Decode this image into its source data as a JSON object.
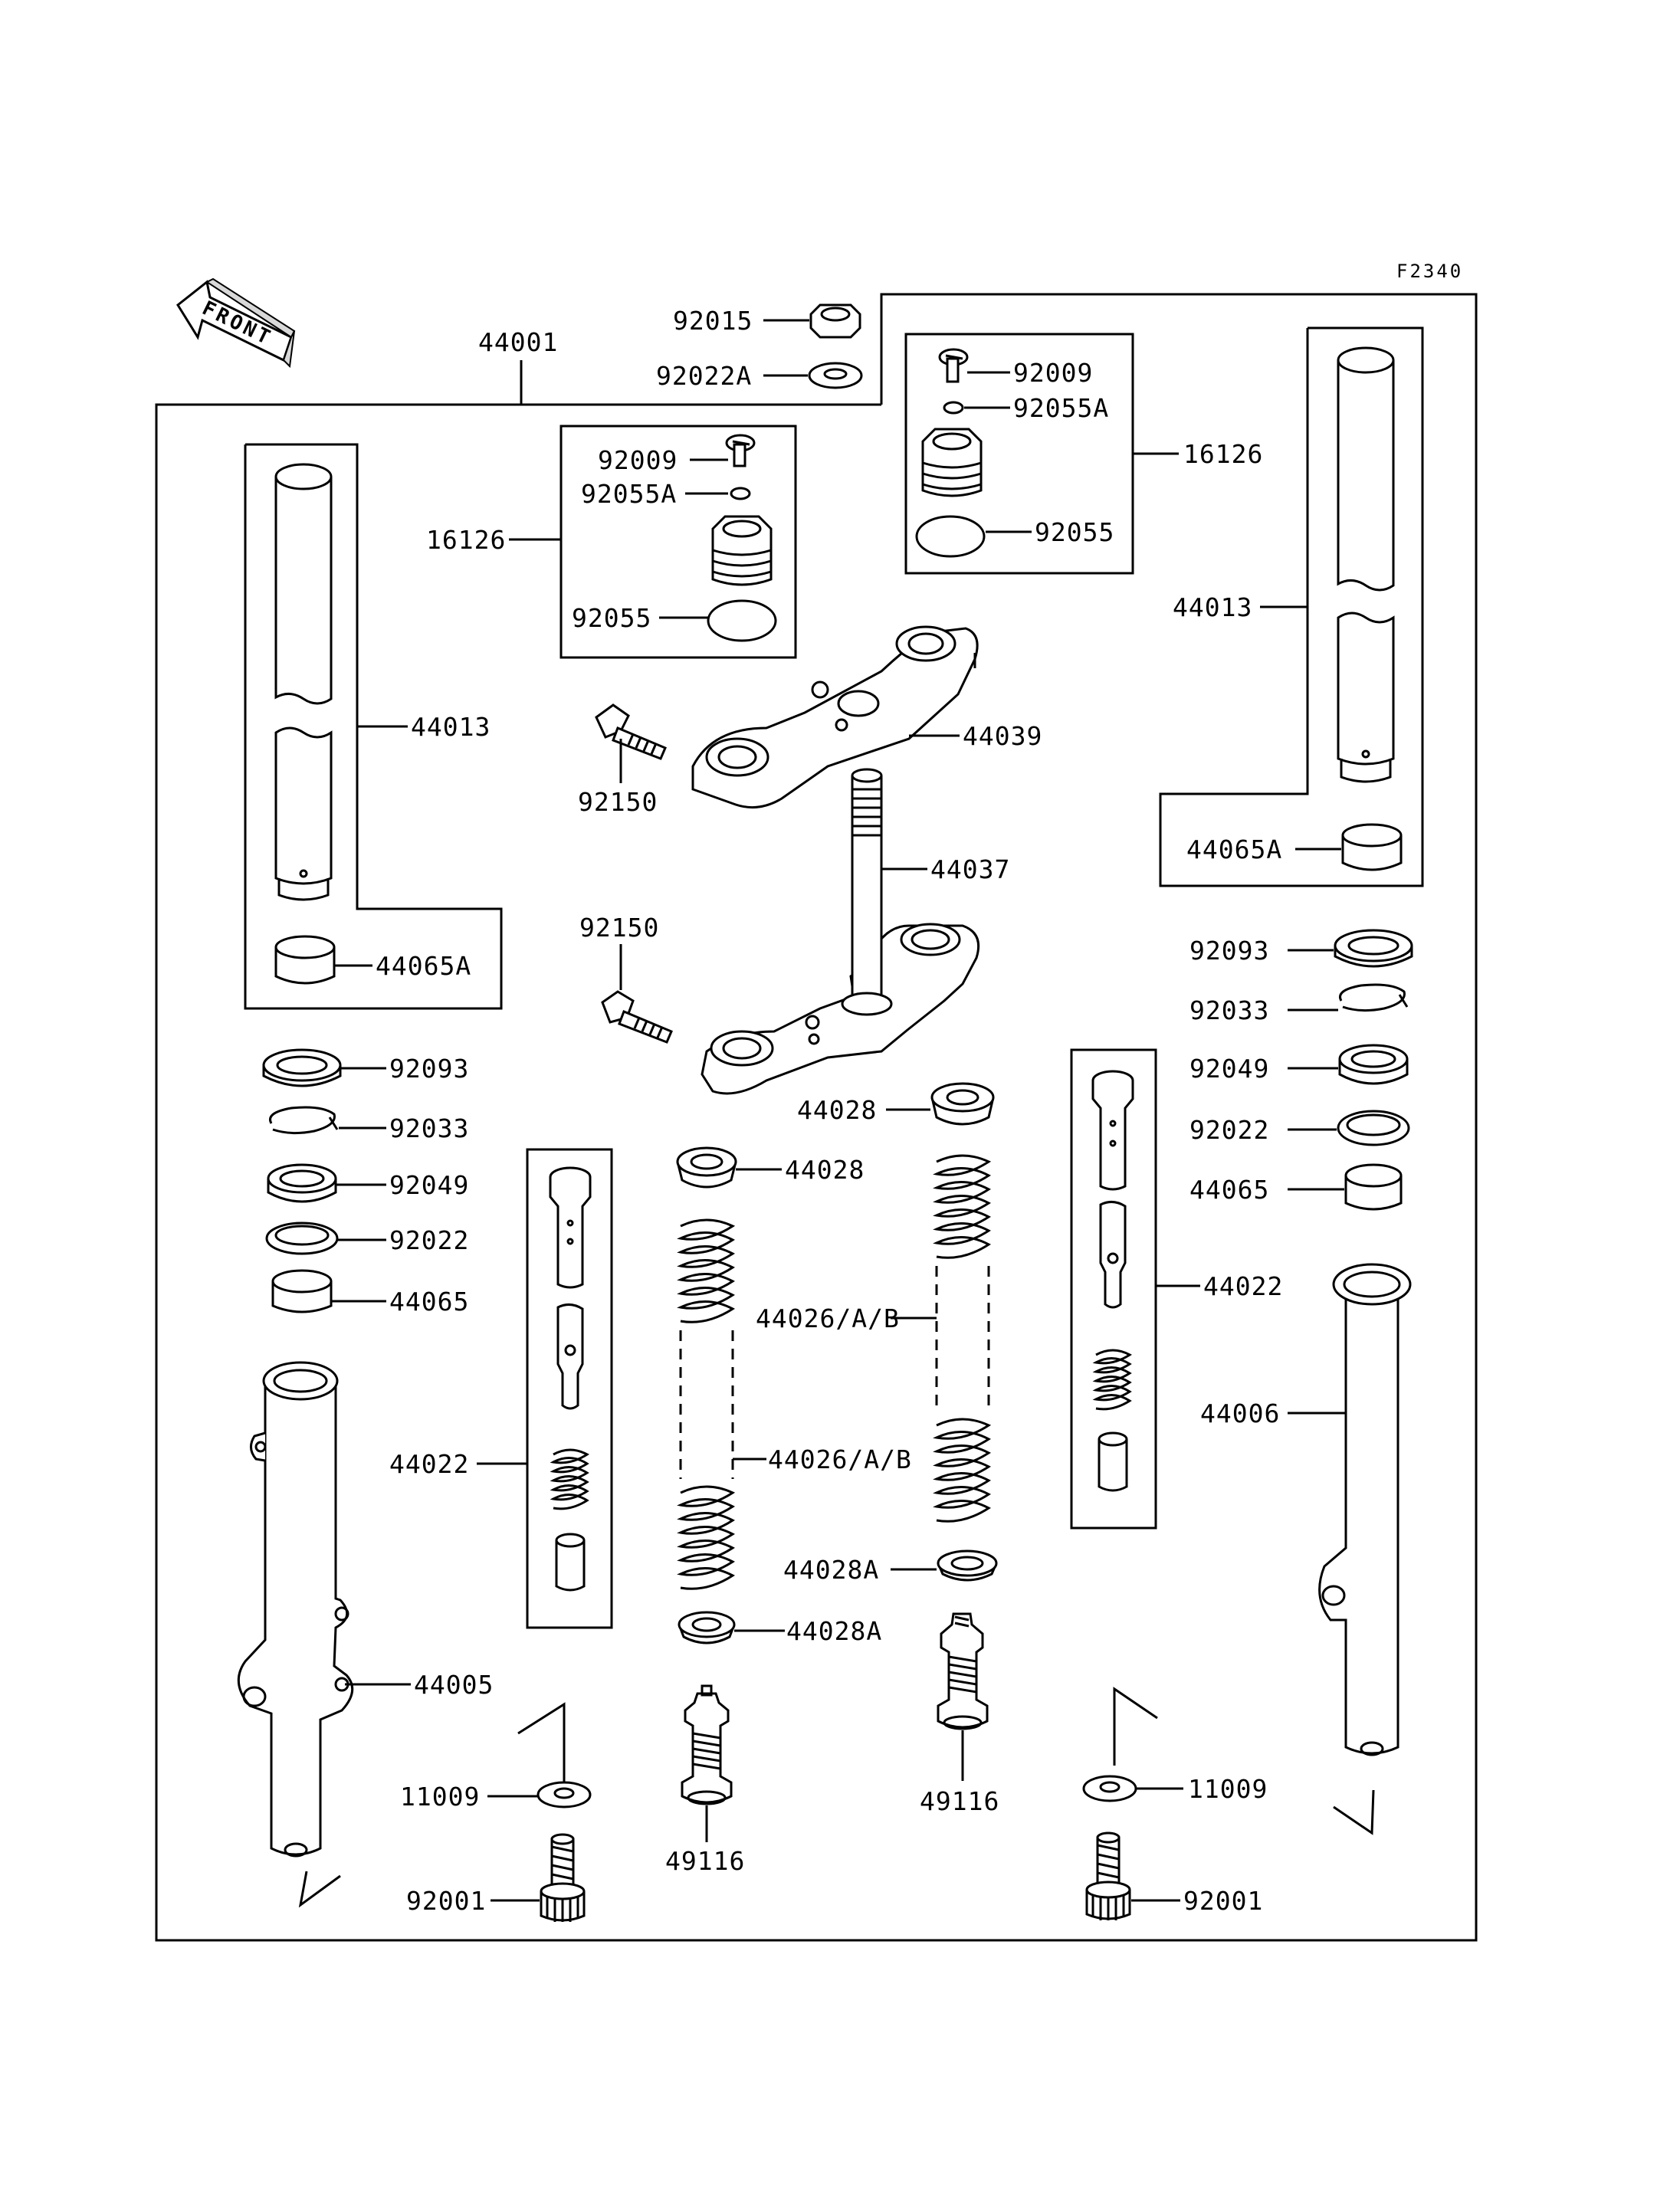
{
  "diagram_code": "F2340",
  "direction_label": "FRONT",
  "part_numbers": {
    "p44001": "44001",
    "p92015": "92015",
    "p92022A": "92022A",
    "left_cap": {
      "p92009": "92009",
      "p92055A": "92055A",
      "p16126": "16126",
      "p92055": "92055"
    },
    "right_cap": {
      "p92009": "92009",
      "p92055A": "92055A",
      "p16126": "16126",
      "p92055": "92055"
    },
    "left_tube": {
      "p44013": "44013",
      "p44065A": "44065A"
    },
    "right_tube": {
      "p44013": "44013",
      "p44065A": "44065A"
    },
    "p44039": "44039",
    "p92150_upper": "92150",
    "p92150_lower": "92150",
    "p44037": "44037",
    "left_seals": {
      "p92093": "92093",
      "p92033": "92033",
      "p92049": "92049",
      "p92022": "92022",
      "p44065": "44065"
    },
    "right_seals": {
      "p92093": "92093",
      "p92033": "92033",
      "p92049": "92049",
      "p92022": "92022",
      "p44065": "44065"
    },
    "p44028_left": "44028",
    "p44028_right": "44028",
    "p44026_upper": "44026/A/B",
    "p44026_lower": "44026/A/B",
    "p44028A_right": "44028A",
    "p44028A_left": "44028A",
    "p44022_left": "44022",
    "p44022_right": "44022",
    "p44005": "44005",
    "p44006": "44006",
    "p11009_left": "11009",
    "p11009_right": "11009",
    "p92001_left": "92001",
    "p92001_right": "92001",
    "p49116_left": "49116",
    "p49116_right": "49116"
  }
}
